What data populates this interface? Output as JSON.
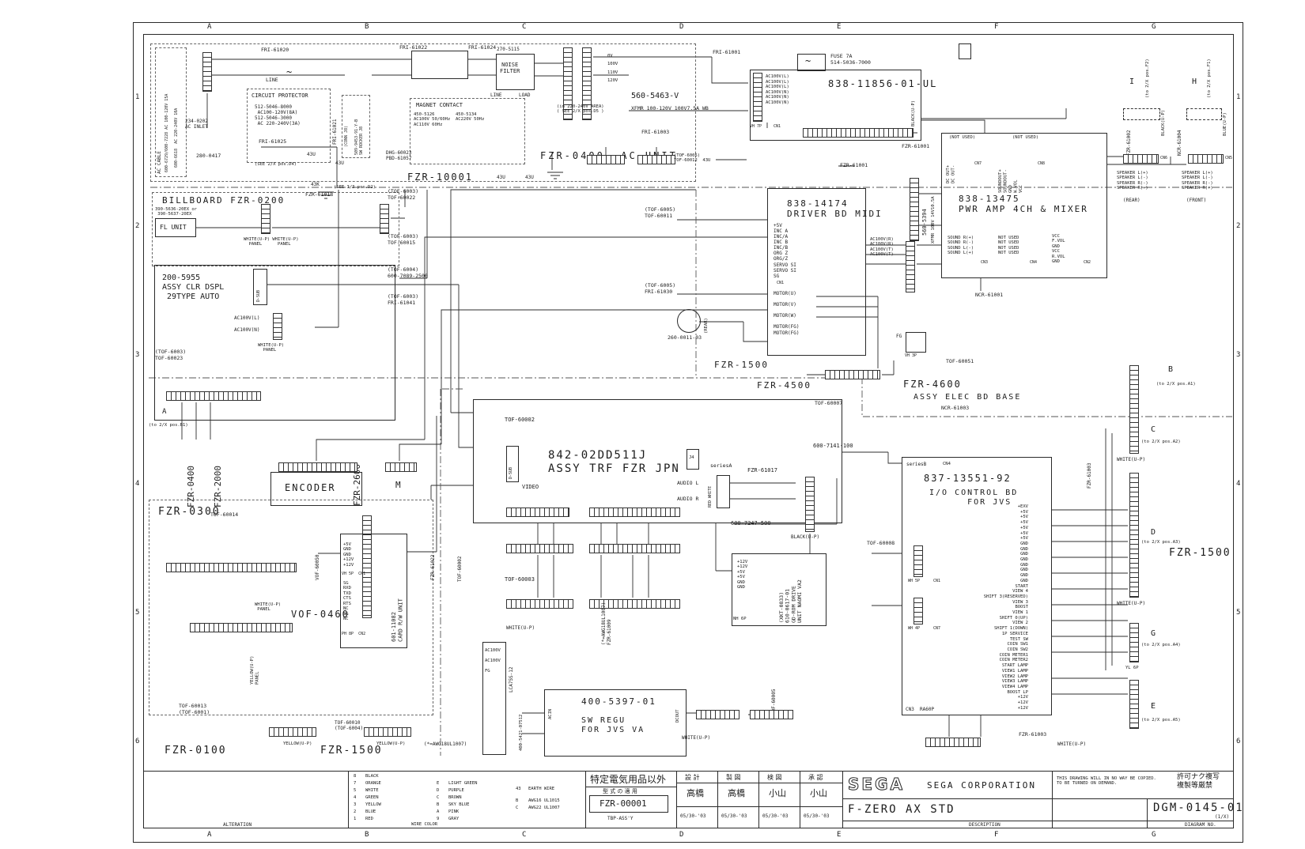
{
  "border": {
    "cols": [
      "A",
      "B",
      "C",
      "D",
      "E",
      "F",
      "G"
    ],
    "rows": [
      "1",
      "2",
      "3",
      "4",
      "5",
      "6"
    ]
  },
  "top": {
    "ac_cable": "AC CABLE",
    "ac_cable2": "600-6729/600-7228 AC 100-120V 15A",
    "ac_cable3": "600-6618  AC 220-240V 10A",
    "ac_inlet": "234-0202\nAC INLET",
    "p280": "280-0417",
    "fri61020": "FRI-61020",
    "line": "LINE",
    "sine": "~",
    "cp_title": "CIRCUIT PROTECTOR",
    "cp_body": "512-5046-8000\n AC100-120V(8A)\n512-5046-3000\n AC 220-240V(3A)",
    "fri61021": "FRI-61021",
    "conn_j8": "(CONN J8)",
    "rocker": "509-9453-91-Y-B\nSW ROCKER J8",
    "fri61022": "FRI-61022",
    "nf_part": "270-5115",
    "noise_filter": "NOISE\nFILTER",
    "nf_line": "LINE",
    "nf_load": "LOAD",
    "fri61024": "FRI-61024",
    "mc_title": "MAGNET CONTACT",
    "mc_body": "450-5126        450-5134\nAC100V 50/60Hz  AC220V 50Hz\nAC110V 60Hz",
    "fri61025": "FRI-61025",
    "see_d4": "(SEE 2/X pos.D4)",
    "dhg": "DHG-60023\nPBD-61057",
    "ac_unit": "FZR-0400  AC UNIT",
    "u43a": "43U",
    "u43b": "43U",
    "u43c": "43U",
    "u43d": "43U",
    "k43": "43K",
    "taps": "0V\n100V\n110V\n120V",
    "xfmr_part": "560-5463-V",
    "xfmr_note": "(in 220-240V AREA)\n( SEE 2/X pos.D5 )",
    "xfmr_desc": "XFMR 100-120V 100V7.5A WB",
    "fri61001": "FRI-61001",
    "fuse": "FUSE 7A\n514-5036-7000",
    "bd_ul": "838-11856-01-UL",
    "ac_pins": "AC100V(L)\nAC100V(L)\nAC100V(L)\nAC100V(N)\nAC100V(N)\nAC100V(N)",
    "vh7p": "VH 7P",
    "cn1": "CN1",
    "black_up": "BLACK(U-P)",
    "fri61003": "FRI-61003",
    "tof60012": "(TOF-6005)\nTOF-60012  43U",
    "fzr61001": "FZR-61001",
    "fzr61001b": "FZR-61001",
    "fzr10001": "FZR-10001",
    "see_d2": "(SEE 3/3 pos.D2)"
  },
  "left": {
    "billboard": "BILLBOARD FZR-0200",
    "fl_part": "390-5636-20EX or\n 390-5637-20EX",
    "fl_unit": "FL UNIT",
    "fzr61018": "FZR-61018",
    "panel1": "WHITE(U-P) WHITE(U-P)\n  PANEL      PANEL",
    "tof60022": "(TOF-6003)\nTOF-60022",
    "tof60015": "(TOF-6003)\nTOF-60015",
    "crt": "200-5955\nASSY CLR DSPL\n 29TYPE AUTO",
    "dsub": "D-SUB",
    "tof6004": "(TOF-6004)\n600-7089-2500",
    "fri61041": "(TOF-6003)\nFRI-61041",
    "ac_l": "AC100V(L)",
    "ac_n": "AC100V(N)",
    "panel2": "WHITE(U-P)\n  PANEL",
    "tof60023": "(TOF-6003)\nTOF-60023",
    "pos_a": "A",
    "pos_a2": "(to 2/X pos.B1)",
    "fzr0400": "FZR-0400",
    "fzr2000": "FZR-2000",
    "fzr2600": "FZR-2600",
    "encoder": "ENCODER",
    "m": "M",
    "fzr0300": "FZR-0300",
    "tof60014": "TOF-60014",
    "vof60050": "VOF-60050",
    "card": "601-11082\nCARD R/W UNIT",
    "card_pins1": "+5V\nGND\nGND\n+12V\n+12V",
    "card_cn1": "VH 5P  CN1",
    "card_pins2": "SG\nRXD\nTXD\nCTS\nRTS\nNC\nSG\nNC",
    "card_cn2": "PH 8P  CN2",
    "vof0460": "VOF-0460",
    "panel3": "WHITE(U-P)\n PANEL",
    "yellow_panel": "YELLOW(U-P)\nPANEL",
    "tof60013": "TOF-60013\n(TOF-6001)",
    "fzr0100": "FZR-0100",
    "fzr1500": "FZR-1500",
    "tof60010": "TOF-60010\n(TOF-6004)",
    "yellow1": "YELLOW(U-P)",
    "yellow2": "YELLOW(U-P)",
    "awg": "(*=AWG18UL1007)"
  },
  "center": {
    "trf": "842-02DD511J\nASSY TRF FZR JPN",
    "dsub": "D-SUB",
    "video": "VIDEO",
    "tof60002a": "TOF-60002",
    "tof60002b": "TOF-60002",
    "tof60003": "TOF-60003",
    "audio_l": "AUDIO L",
    "audio_r": "AUDIO R",
    "redwhite": "RED WHITE",
    "series_a": "seriesA",
    "j4": "J4",
    "fzr61017": "FZR-61017",
    "n7141": "600-7141-100",
    "n7247": "600-7247-500",
    "black_up": "BLACK(U-P)",
    "gdrom": "(XKT-0833)\n610-0617-01\nGD-ROM DRIVE\nUNIT NAOMI VA2",
    "gdrom_pins": "+12V\n+12V\n+5V\n+5V\nGND\nGND",
    "nh6p": "NH 6P",
    "swregu": "400-5397-01",
    "swregu2": "SW REGU\nFOR JVS VA",
    "acin": "ACIN",
    "dcout": "DCOUT",
    "lca": "LCA75S-12",
    "p4005421": "400-5421-07512",
    "lca_pins": "AC100V\n\nAC100V\n\nFG",
    "fzr61009": "(*=AWG18UL1007)\nFZR-61009",
    "fzr61022": "FZR-61022",
    "tof60005": "TOF-60005",
    "white1": "WHITE(U-P)",
    "white2": "WHITE(U-P)"
  },
  "drive": {
    "bd": "838-14174\nDRIVER BD MIDI",
    "pins": "+5V\nINC A\nINC/A\nINC B\nINC/B\nORG Z\nORG/Z\nSERVO SI\nSERVO SI\nSG",
    "cn1": "CN1",
    "motor": "MOTOR(U)\n\nMOTOR(V)\n\nMOTOR(W)\n\nMOTOR(FG)\nMOTOR(FG)",
    "ac_rt": "AC100V(R)\nAC100V(R)\nAC100V(T)\nAC100V(T)",
    "tof60011": "(TOF-6005)\nTOF-60011",
    "fri61030": "(TOF-6005)\nFRI-61030",
    "fan": "260-0011-03",
    "rear": "(REAR)",
    "fzr1500": "FZR-1500",
    "fzr4500": "FZR-4500",
    "tof60007": "TOF-60007",
    "fzr4600": "FZR-4600",
    "fzr4600b": "ASSY ELEC BD BASE",
    "ncr61003": "NCR-61003",
    "tof60051": "TOF-60051",
    "fg": "FG",
    "vh3p": "VH 3P"
  },
  "amp": {
    "bd": "838-13475\nPWR AMP 4CH & MIXER",
    "xfmr": "560-5394",
    "xfmr2": "XFMR 100V 14V10.5A",
    "ncr61001": "NCR-61001",
    "nu1": "(NOT USED)",
    "nu2": "(NOT USED)",
    "dcout": "DC OUT+\nDC OUT-",
    "soundout": "SOUNDOUT+\nSOUNDOUT-\nGND\nW.VOL\nVCC",
    "sound": "SOUND R(+)\nSOUND R(-)\nSOUND L(-)\nSOUND L(+)",
    "notused": "NOT USED\nNOT USED\nNOT USED\nNOT USED",
    "vcc": "VCC\nF.VOL\nGND\nVCC\nR.VOL\nGND",
    "spk1": "SPEAKER L(+)\nSPEAKER L(-)\nSPEAKER R(-)\nSPEAKER R(+)",
    "spk2": "SPEAKER L(+)\nSPEAKER L(-)\nSPEAKER R(-)\nSPEAKER R(+)",
    "rear": "(REAR)",
    "front": "(FRONT)",
    "fzr61002": "FZR-61002",
    "ncr61004": "NCR-61004",
    "pos_i": "I",
    "pos_i2": "(to 2/X pos.F2)",
    "pos_h": "H",
    "pos_h2": "(to 2/X pos.F1)",
    "black": "BLACK(U-P)",
    "blue": "BLUE(U-P)",
    "cn2": "CN2",
    "cn3": "CN3",
    "cn4": "CN4",
    "cn5": "CN5",
    "cn6": "CN6",
    "cn7": "CN7",
    "cn8": "CN8"
  },
  "io": {
    "bd": "837-13551-92",
    "bd2": "I/O CONTROL BD\n      FOR JVS",
    "series_b": "seriesB",
    "cn4": "CN4",
    "tof60008": "TOF-60008",
    "wh5p": "WH 5P",
    "cn1": "CN1",
    "wh4p": "WH 4P",
    "cn7": "CN7",
    "ra60p": "CN3  RA60P",
    "pins": "+EXV\n+5V\n+5V\n+5V\n+5V\n+5V\n+5V\nGND\nGND\nGND\nGND\nGND\nGND\nGND\nGND\nSTART\nVIEW 4\nSHIFT 3(RESERVED)\nVIEW 3\nBOOST\nVIEW 1\nSHIFT 0(UP)\nVIEW 2\nSHIFT 1(DOWN)\n1P SERVICE\nTEST SW\nCOIN SW1\nCOIN SW2\nCOIN METER1\nCOIN METER2\nSTART LAMP\nVIEW1 LAMP\nVIEW2 LAMP\nVIEW3 LAMP\nVIEW4 LAMP\nBOOST LP\n+12V\n+12V\n+12V"
  },
  "right": {
    "fzr61003": "FZR-61003",
    "fzr61003b": "FZR-61003",
    "b": "B",
    "b2": "(to 2/X pos.A1)",
    "c": "C",
    "c2": "(to 2/X pos.A2)",
    "d": "D",
    "d2": "(to 2/X pos.A3)",
    "g": "G",
    "g2": "(to 2/X pos.A4)",
    "e": "E",
    "e2": "(to 2/X pos.A5)",
    "fzr1500": "FZR-1500",
    "white1": "WHITE(U-P)",
    "white2": "WHITE(U-P)",
    "white3": "WHITE(U-P)",
    "yl6p": "YL 6P"
  },
  "tb": {
    "kind": "特定電気用品以外",
    "model_label": "型 式 の 適 用",
    "model": "FZR-00001",
    "assy": "TBP-ASS'Y",
    "roles": [
      "設 計",
      "製 図",
      "検 図",
      "承 認"
    ],
    "names": [
      "高橋",
      "高橋",
      "小山",
      "小山"
    ],
    "dates": [
      "05/30-'03",
      "05/30-'03",
      "05/30-'03",
      "05/30-'03"
    ],
    "sega_logo": "SEGA",
    "corp": "SEGA CORPORATION",
    "notice_en": "THIS DRAWING WILL IN NO WAY BE COPIED.\nTO BE TURNED ON DEMAND.",
    "notice_jp": "許可ナク複写\n複製等厳禁",
    "title": "F-ZERO AX STD",
    "desc_label": "DESCRIPTION",
    "dgm": "DGM-0145-01",
    "sheet": "(1/X)",
    "diag_label": "DIAGRAM NO.",
    "alteration": "ALTERATION"
  },
  "wt": {
    "label": "WIRE COLOR",
    "c1": [
      [
        "8",
        "BLACK"
      ],
      [
        "7",
        "ORANGE"
      ],
      [
        "5",
        "WHITE"
      ],
      [
        "4",
        "GREEN"
      ],
      [
        "3",
        "YELLOW"
      ],
      [
        "2",
        "BLUE"
      ],
      [
        "1",
        "RED"
      ]
    ],
    "c2": [
      [
        "E",
        "LIGHT GREEN"
      ],
      [
        "D",
        "PURPLE"
      ],
      [
        "C",
        "BROWN"
      ],
      [
        "B",
        "SKY BLUE"
      ],
      [
        "A",
        "PINK"
      ],
      [
        "9",
        "GRAY"
      ]
    ],
    "c3": [
      [
        "43",
        "EARTH WIRE"
      ],
      [
        "B",
        "AWG16 UL1015"
      ],
      [
        "C",
        "AWG22 UL1007"
      ]
    ]
  }
}
